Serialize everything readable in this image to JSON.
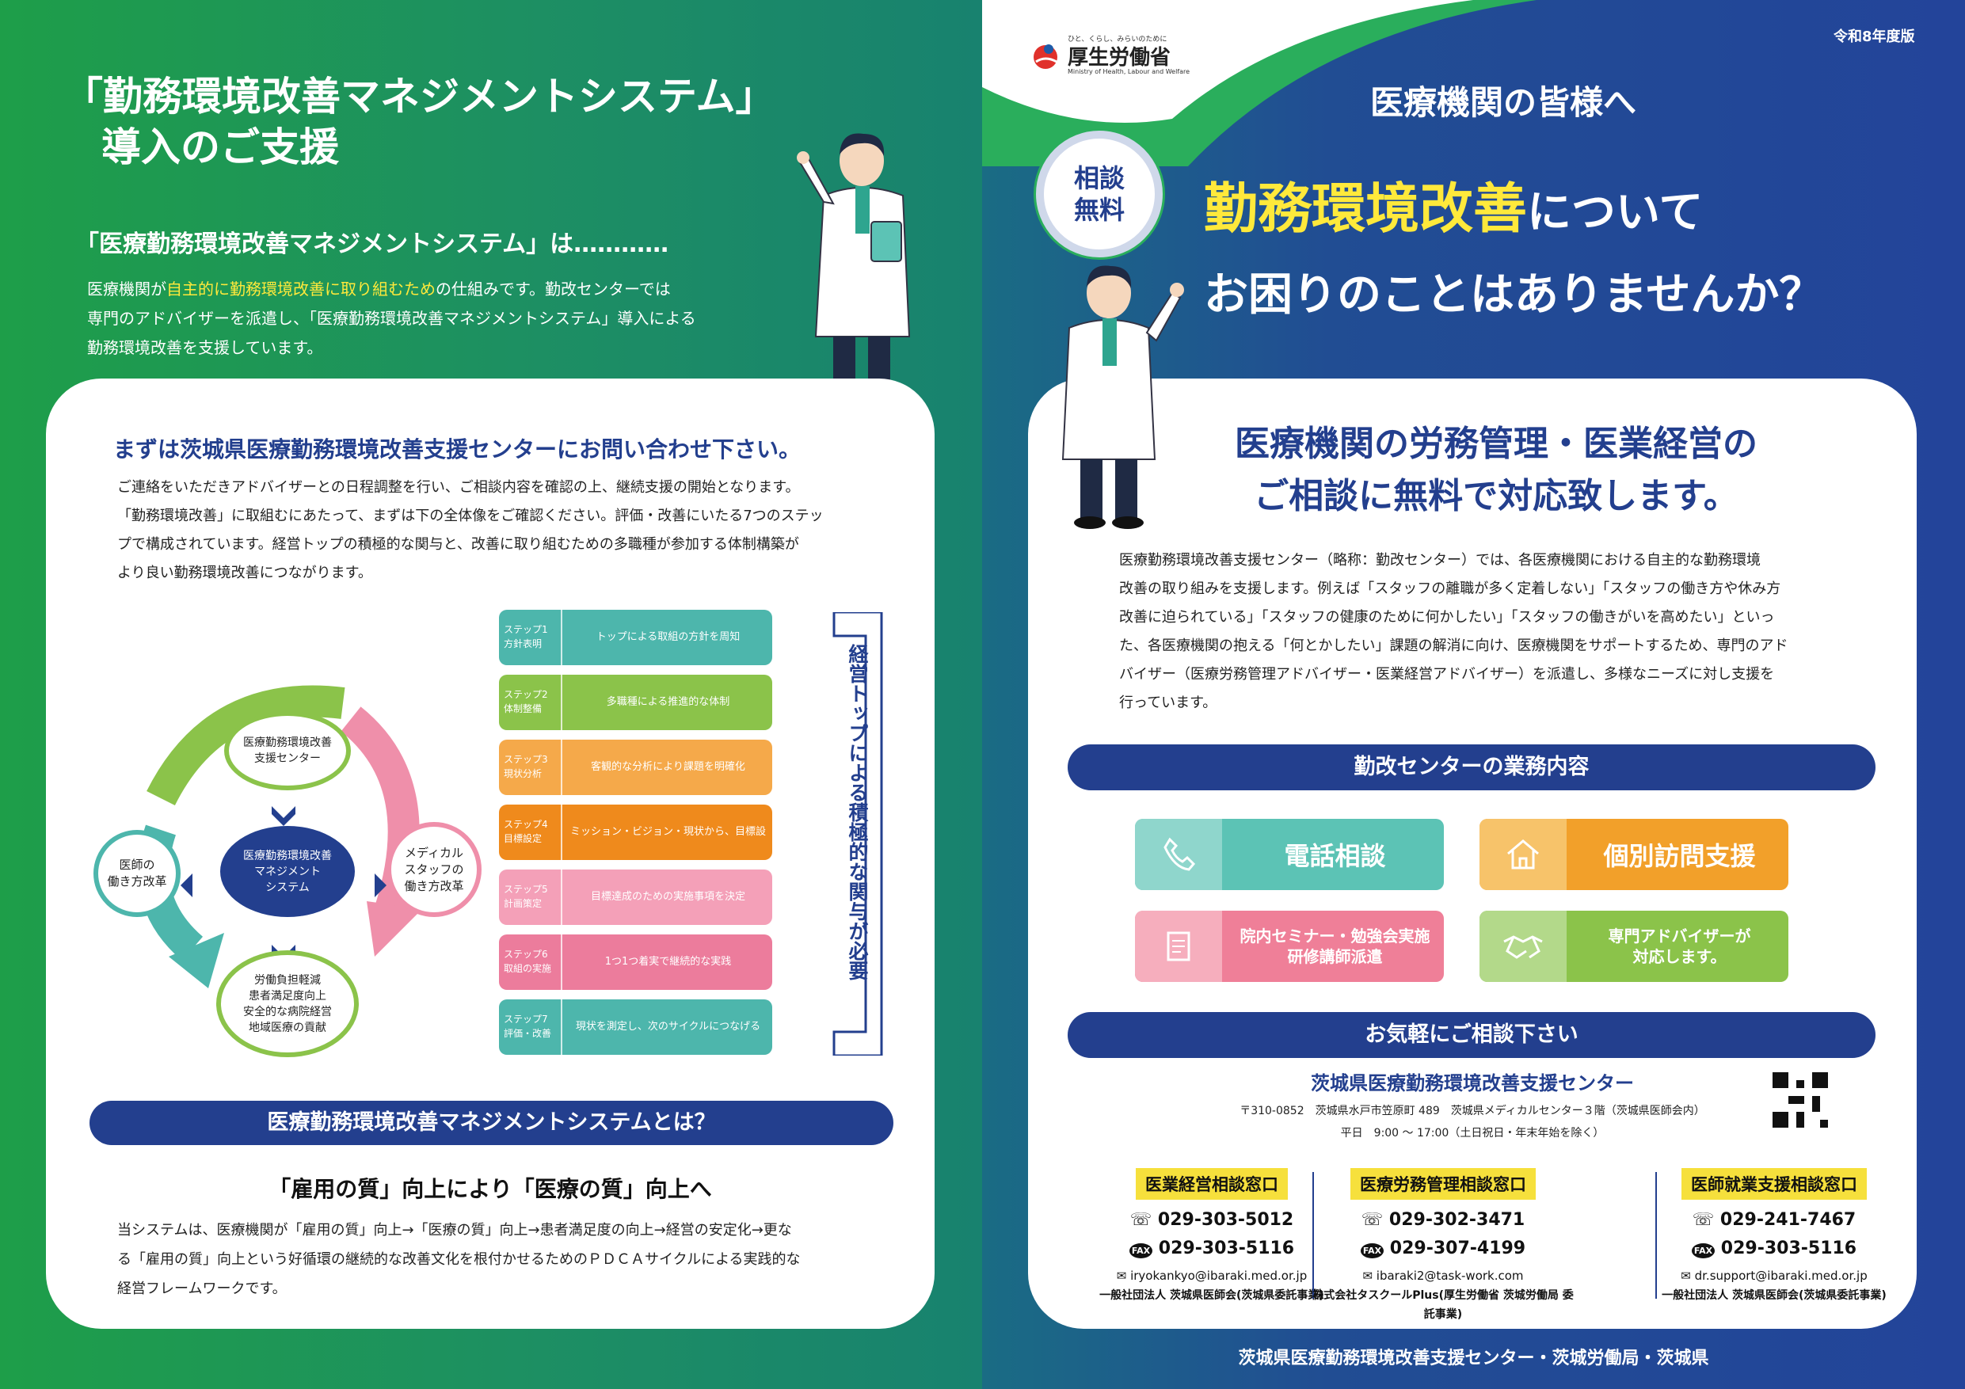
{
  "left": {
    "title_line1": "「勤務環境改善マネジメントシステム」",
    "title_line2": "導入のご支援",
    "subtitle": "「医療勤務環境改善マネジメントシステム」は…………",
    "intro_pre": "医療機関が",
    "intro_highlight": "自主的に勤務環境改善に取り組むため",
    "intro_post": "の仕組みです。勤改センターでは",
    "intro_line2": "専門のアドバイザーを派遣し、「医療勤務環境改善マネジメントシステム」導入による",
    "intro_line3": "勤務環境改善を支援しています。",
    "card_heading": "まずは茨城県医療勤務環境改善支援センターにお問い合わせ下さい。",
    "card_p1": "ご連絡をいただきアドバイザーとの日程調整を行い、ご相談内容を確認の上、継続支援の開始となります。",
    "card_p2": "「勤務環境改善」に取組むにあたって、まずは下の全体像をご確認ください。評価・改善にいたる7つのステッ",
    "card_p3": "プで構成されています。経営トップの積極的な関与と、改善に取り組むための多職種が参加する体制構築が",
    "card_p4": "より良い勤務環境改善につながります。",
    "cycle": {
      "top": [
        "医療勤務環境改善",
        "支援センター"
      ],
      "center": [
        "医療勤務環境改善",
        "マネジメント",
        "システム"
      ],
      "left": [
        "医師の",
        "働き方改革"
      ],
      "right": [
        "メディカル",
        "スタッフの",
        "働き方改革"
      ],
      "bottom": [
        "労働負担軽減",
        "患者満足度向上",
        "安全的な病院経営",
        "地域医療の貢献"
      ]
    },
    "steps": [
      {
        "label": [
          "ステップ1",
          "方針表明"
        ],
        "desc": "トップによる取組の方針を周知",
        "color": "#4db6ac"
      },
      {
        "label": [
          "ステップ2",
          "体制整備"
        ],
        "desc": "多職種による推進的な体制",
        "color": "#8bc34a"
      },
      {
        "label": [
          "ステップ3",
          "現状分析"
        ],
        "desc": "客観的な分析により課題を明確化",
        "color": "#f5a94a"
      },
      {
        "label": [
          "ステップ4",
          "目標設定"
        ],
        "desc": "ミッション・ビジョン・現状から、目標設定",
        "color": "#ef8a1c"
      },
      {
        "label": [
          "ステップ5",
          "計画策定"
        ],
        "desc": "目標達成のための実施事項を決定",
        "color": "#f4a0b8"
      },
      {
        "label": [
          "ステップ6",
          "取組の実施"
        ],
        "desc": "1つ1つ着実で継続的な実践",
        "color": "#ec7c9c"
      },
      {
        "label": [
          "ステップ7",
          "評価・改善"
        ],
        "desc": "現状を測定し、次のサイクルにつなげる",
        "color": "#4db6ac"
      }
    ],
    "vertical_text": "経営トップによる積極的な関与が必要",
    "section_pill": "医療勤務環境改善マネジメントシステムとは？",
    "section_heading": "「雇用の質」向上により「医療の質」向上へ",
    "section_p1": "当システムは、医療機関が「雇用の質」向上→「医療の質」向上→患者満足度の向上→経営の安定化→更な",
    "section_p2": "る「雇用の質」向上という好循環の継続的な改善文化を根付かせるためのＰＤＣＡサイクルによる実践的な",
    "section_p3": "経営フレームワークです。"
  },
  "right": {
    "ministry_tagline": "ひと、くらし、みらいのために",
    "ministry_name": "厚生労働省",
    "ministry_en": "Ministry of Health, Labour and Welfare",
    "edition": "令和8年度版",
    "greeting": "医療機関の皆様へ",
    "badge": [
      "相談",
      "無料"
    ],
    "headline_highlight": "勤務環境改善",
    "headline_rest": "について",
    "headline_line2": "お困りのことはありませんか？",
    "card_heading1": "医療機関の労務管理・医業経営の",
    "card_heading2": "ご相談に無料で対応致します。",
    "card_p1": "医療勤務環境改善支援センター（略称：勤改センター）では、各医療機関における自主的な勤務環境",
    "card_p2": "改善の取り組みを支援します。例えば「スタッフの離職が多く定着しない」「スタッフの働き方や休み方",
    "card_p3": "改善に迫られている」「スタッフの健康のために何かしたい」「スタッフの働きがいを高めたい」といっ",
    "card_p4": "た、各医療機関の抱える「何とかしたい」課題の解消に向け、医療機関をサポートするため、専門のアド",
    "card_p5": "バイザー（医療労務管理アドバイザー・医業経営アドバイザー）を派遣し、多様なニーズに対し支援を",
    "card_p6": "行っています。",
    "services_pill": "勤改センターの業務内容",
    "services": [
      {
        "label": "電話相談",
        "icon": "phone-icon",
        "color": "#5cc3b5",
        "dark": "#8fd6cc"
      },
      {
        "label": "個別訪問支援",
        "icon": "house-icon",
        "color": "#f2a02a",
        "dark": "#f7c36a"
      },
      {
        "label": "院内セミナー・勉強会実施\n研修講師派遣",
        "icon": "document-icon",
        "color": "#ef7f98",
        "dark": "#f6aebd"
      },
      {
        "label": "専門アドバイザーが\n対応します。",
        "icon": "handshake-icon",
        "color": "#8bc34a",
        "dark": "#b3d98a"
      }
    ],
    "consult_pill": "お気軽にご相談下さい",
    "center_name": "茨城県医療勤務環境改善支援センター",
    "address": "〒310-0852　茨城県水戸市笠原町 489　茨城県メディカルセンター３階（茨城県医師会内）",
    "hours": "平日　9:00 〜 17:00（土日祝日・年末年始を除く）",
    "contacts": [
      {
        "head": "医業経営相談窓口",
        "tel": "029-303-5012",
        "fax": "029-303-5116",
        "email": "iryokankyo@ibaraki.med.or.jp",
        "org": "一般社団法人 茨城県医師会(茨城県委託事業)"
      },
      {
        "head": "医療労務管理相談窓口",
        "tel": "029-302-3471",
        "fax": "029-307-4199",
        "email": "ibaraki2@task-work.com",
        "org": "株式会社タスクールPlus(厚生労働省 茨城労働局 委託事業)"
      },
      {
        "head": "医師就業支援相談窓口",
        "tel": "029-241-7467",
        "fax": "029-303-5116",
        "email": "dr.support@ibaraki.med.or.jp",
        "org": "一般社団法人 茨城県医師会(茨城県委託事業)"
      }
    ],
    "fax_label": "FAX",
    "footer": "茨城県医療勤務環境改善支援センター・茨城労働局・茨城県"
  },
  "colors": {
    "navy": "#233f8e",
    "yellow": "#f6e03c",
    "headline_yellow": "#ffe93b"
  }
}
